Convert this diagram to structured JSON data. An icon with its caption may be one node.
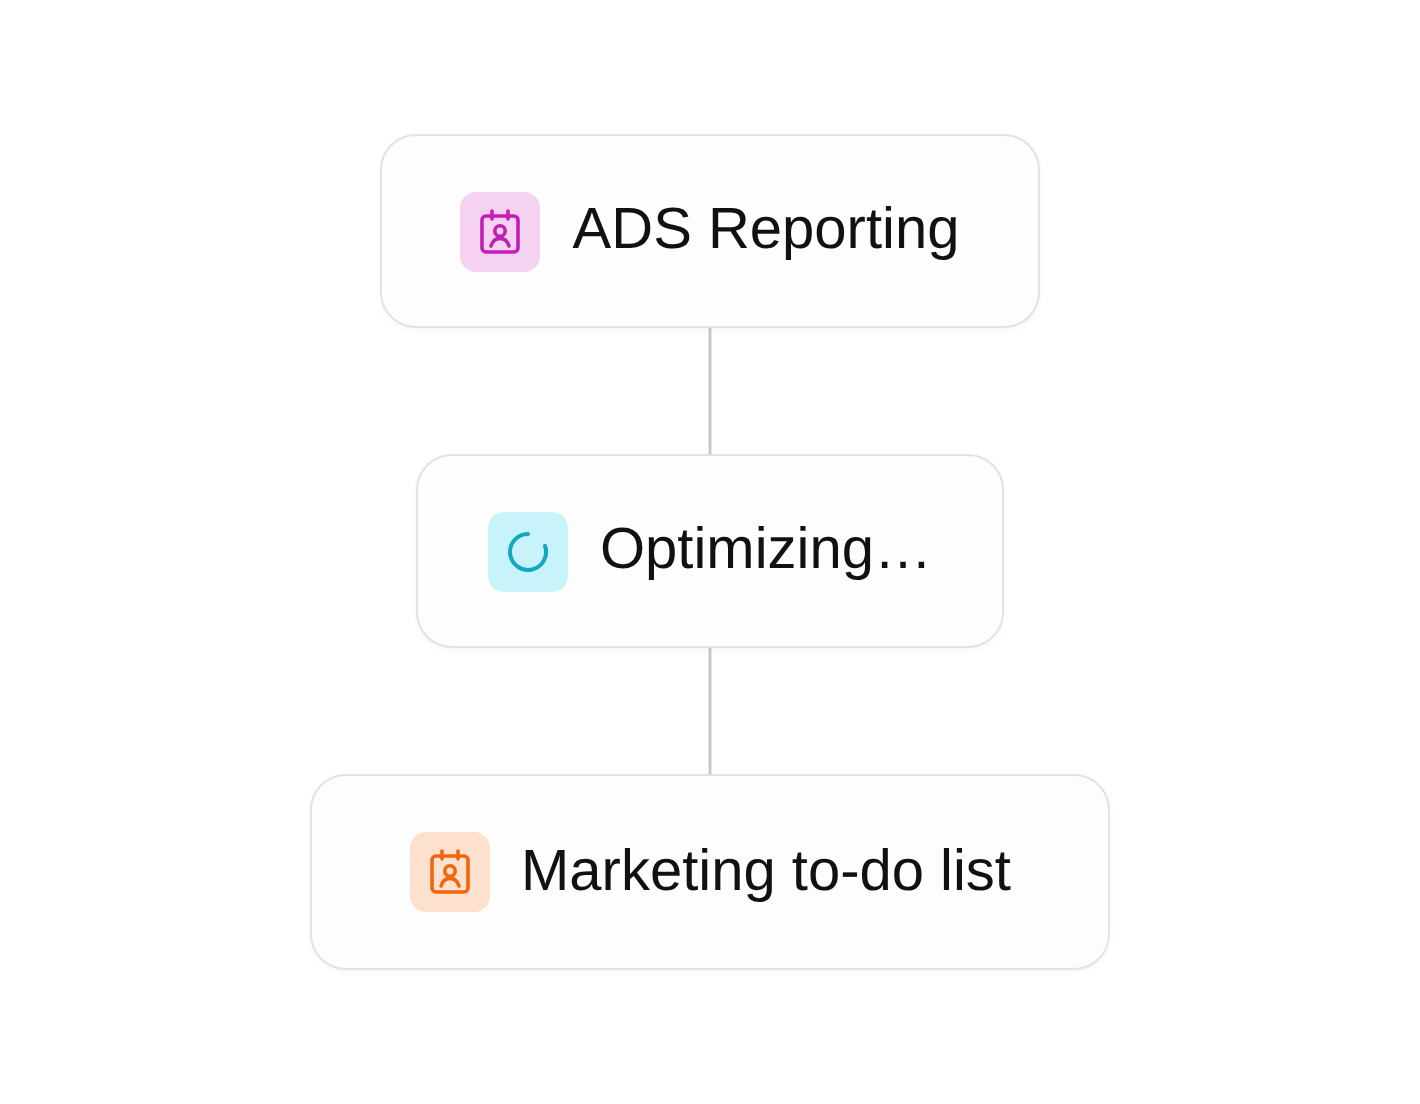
{
  "diagram": {
    "nodes": [
      {
        "text": [
          "ADS Reporting"
        ]
      },
      {
        "text": [
          "Optimizing…"
        ]
      },
      {
        "text": [
          "Marketing to-do list"
        ]
      }
    ],
    "edges": [
      {
        "from": 0,
        "to": 1,
        "arrow": "none"
      },
      {
        "from": 1,
        "to": 2,
        "arrow": "none"
      }
    ]
  }
}
